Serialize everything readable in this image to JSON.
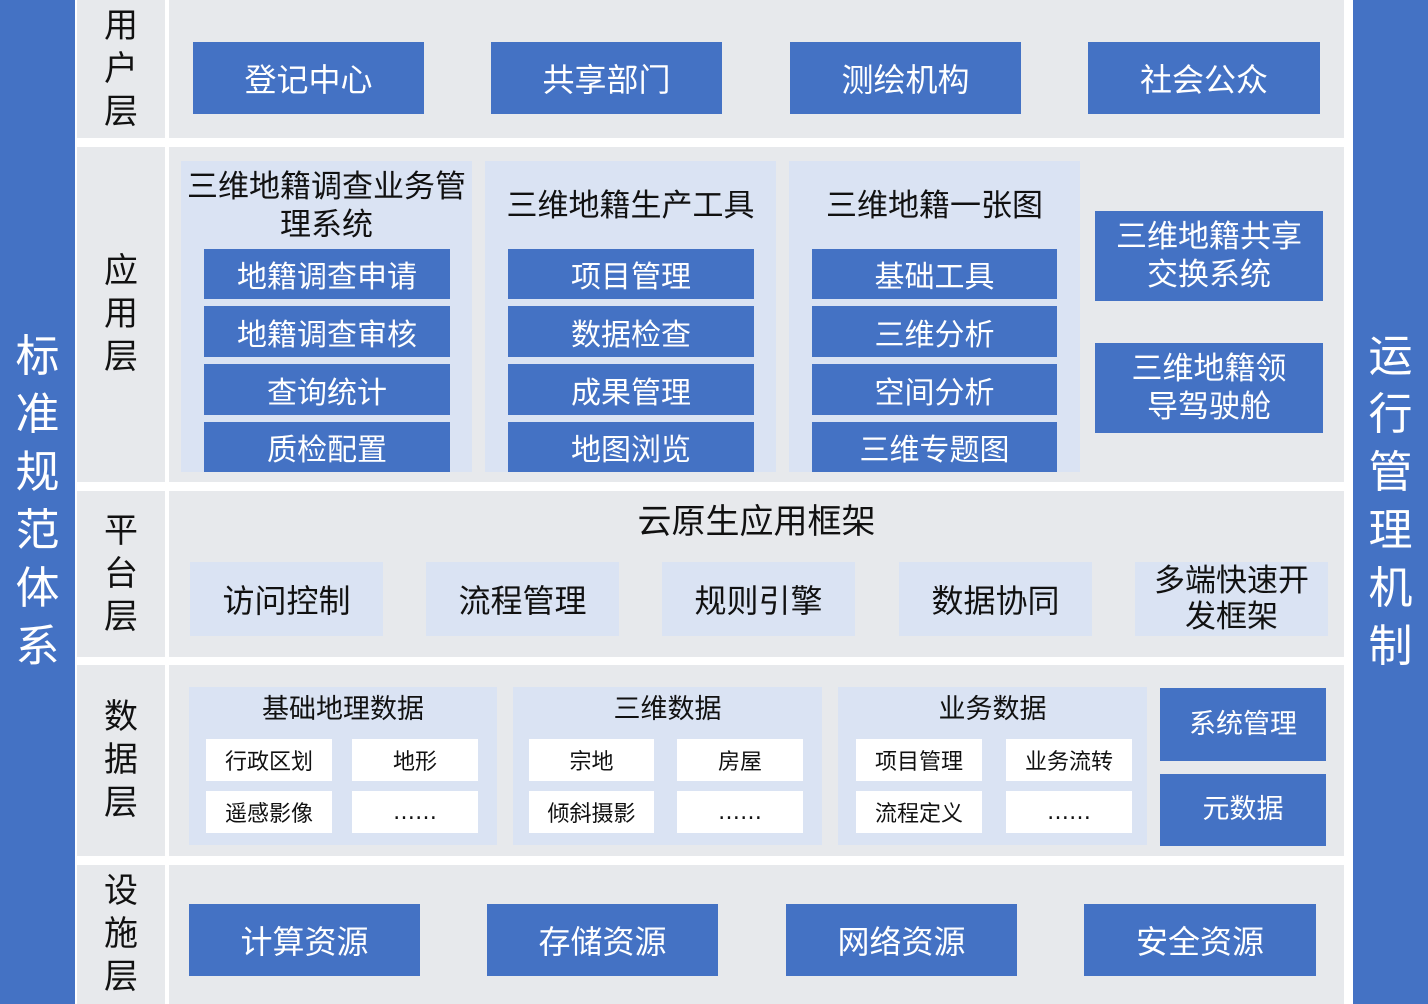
{
  "left_bar": "标准规范体系",
  "right_bar": "运行管理机制",
  "layers": {
    "user": {
      "label": "用户层",
      "items": [
        "登记中心",
        "共享部门",
        "测绘机构",
        "社会公众"
      ]
    },
    "application": {
      "label": "应用层",
      "groups": [
        {
          "title": "三维地籍调查业务管理系统",
          "items": [
            "地籍调查申请",
            "地籍调查审核",
            "查询统计",
            "质检配置"
          ]
        },
        {
          "title": "三维地籍生产工具",
          "items": [
            "项目管理",
            "数据检查",
            "成果管理",
            "地图浏览"
          ]
        },
        {
          "title": "三维地籍一张图",
          "items": [
            "基础工具",
            "三维分析",
            "空间分析",
            "三维专题图"
          ]
        }
      ],
      "side_items": [
        "三维地籍共享交换系统",
        "三维地籍领导驾驶舱"
      ]
    },
    "platform": {
      "label": "平台层",
      "title": "云原生应用框架",
      "items": [
        "访问控制",
        "流程管理",
        "规则引擎",
        "数据协同",
        "多端快速开发框架"
      ]
    },
    "data": {
      "label": "数据层",
      "groups": [
        {
          "title": "基础地理数据",
          "items": [
            "行政区划",
            "地形",
            "遥感影像",
            "……"
          ]
        },
        {
          "title": "三维数据",
          "items": [
            "宗地",
            "房屋",
            "倾斜摄影",
            "……"
          ]
        },
        {
          "title": "业务数据",
          "items": [
            "项目管理",
            "业务流转",
            "流程定义",
            "……"
          ]
        }
      ],
      "side_items": [
        "系统管理",
        "元数据"
      ]
    },
    "infrastructure": {
      "label": "设施层",
      "items": [
        "计算资源",
        "存储资源",
        "网络资源",
        "安全资源"
      ]
    }
  },
  "colors": {
    "primary_blue": "#4472c4",
    "panel_blue": "#dae3f3",
    "layer_gray": "#e7e9ec"
  }
}
